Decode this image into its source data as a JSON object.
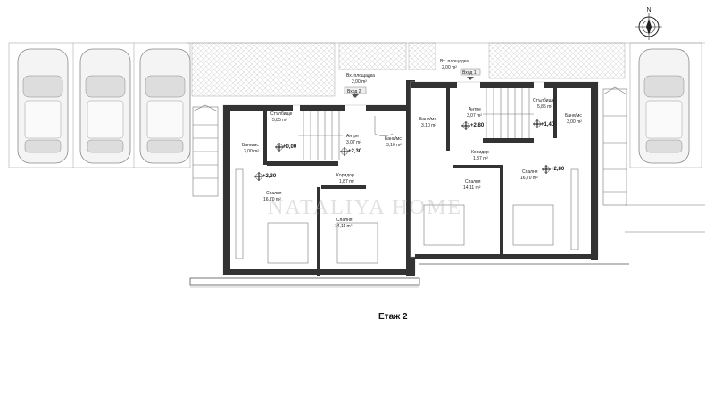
{
  "title": "Етаж 2",
  "watermark": "NATALIYA HOME",
  "compass": {
    "label": "N",
    "icon": "compass-north-icon"
  },
  "unit_left": {
    "entrance_area": {
      "name": "Вх. площадка",
      "area": "2,00 m²"
    },
    "entrance": "Вход 2",
    "rooms": [
      {
        "name": "Стълбище",
        "area": "5,85 m²"
      },
      {
        "name": "Антре",
        "area": "3,07 m²"
      },
      {
        "name": "Баня/мс",
        "area": "3,00 m²"
      },
      {
        "name": "Баня/мс",
        "area": "3,10 m²"
      },
      {
        "name": "Коридор",
        "area": "1,87 m²"
      },
      {
        "name": "Спалня",
        "area": "16,70 m²"
      },
      {
        "name": "Спалня",
        "area": "14,11 m²"
      }
    ],
    "levels": [
      "+0,00",
      "+2,30",
      "+2,30"
    ]
  },
  "unit_right": {
    "entrance_area": {
      "name": "Вх. площадка",
      "area": "2,00 m²"
    },
    "entrance": "Вход 1",
    "rooms": [
      {
        "name": "Баня/мс",
        "area": "3,10 m²"
      },
      {
        "name": "Антре",
        "area": "3,07 m²"
      },
      {
        "name": "Стълбище",
        "area": "5,85 m²"
      },
      {
        "name": "Баня/мс",
        "area": "3,00 m²"
      },
      {
        "name": "Коридор",
        "area": "1,87 m²"
      },
      {
        "name": "Спалня",
        "area": "14,11 m²"
      },
      {
        "name": "Спалня",
        "area": "16,70 m²"
      }
    ],
    "levels": [
      "+2,80",
      "+1,40",
      "+2,80"
    ]
  }
}
